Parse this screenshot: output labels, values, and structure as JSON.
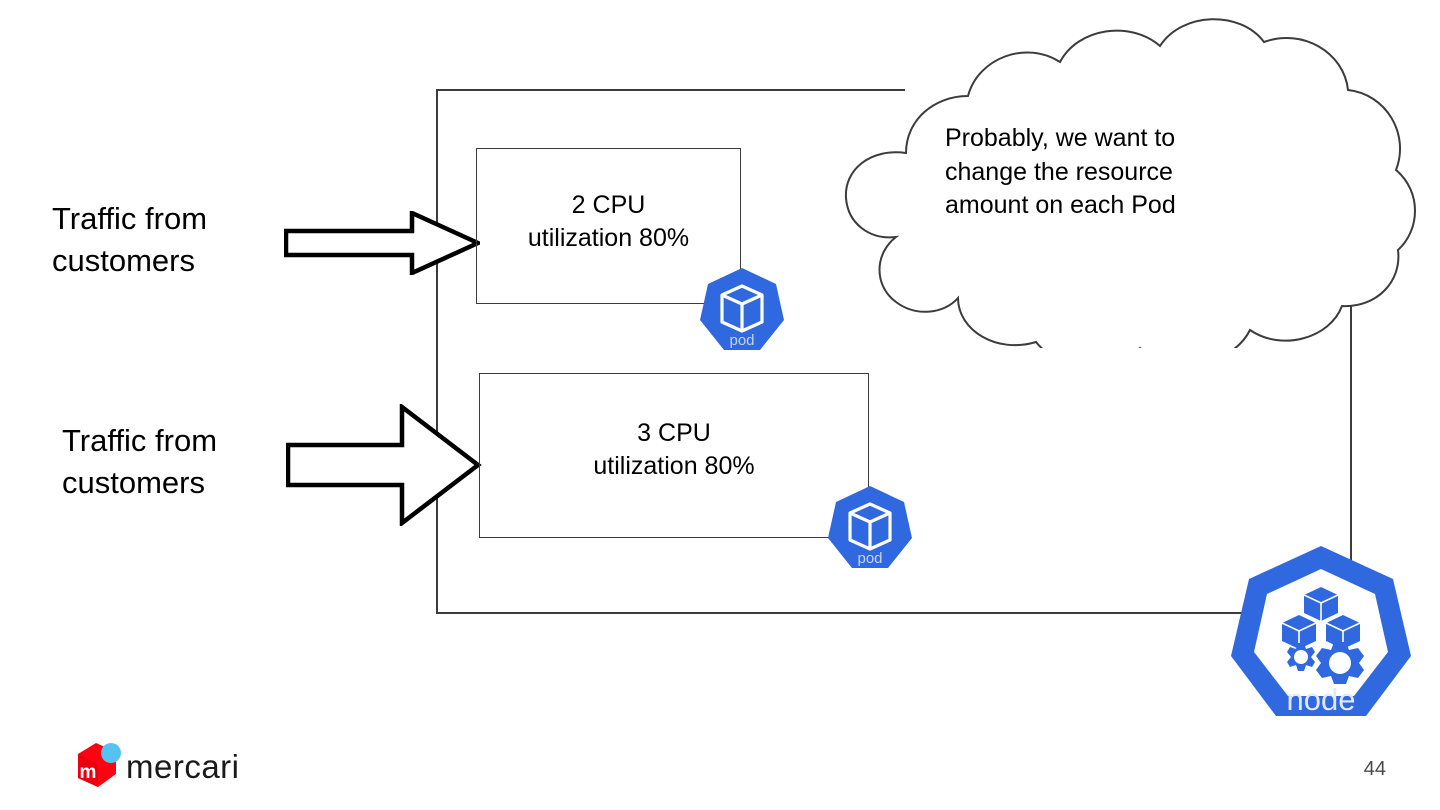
{
  "slide": {
    "page_number": "44",
    "background_color": "#ffffff"
  },
  "colors": {
    "k8s_blue": "#3068e0",
    "k8s_label_blue": "#c5d4f5",
    "outline": "#3c3c3c",
    "text": "#000000",
    "mercari_red": "#ff0211",
    "mercari_cyan": "#54c3f1",
    "mercari_wordmark": "#1a1a1a"
  },
  "traffic_sources": [
    {
      "label": "Traffic from\ncustomers",
      "arrow": "right-block-arrow"
    },
    {
      "label": "Traffic from\ncustomers",
      "arrow": "right-block-arrow"
    }
  ],
  "node": {
    "badge_label": "node",
    "icon": "kubernetes-node-icon",
    "pods": [
      {
        "text": "2 CPU\nutilization 80%",
        "cpu": "2 CPU",
        "utilization": "utilization 80%",
        "badge_label": "pod",
        "icon": "kubernetes-pod-icon"
      },
      {
        "text": "3 CPU\nutilization 80%",
        "cpu": "3 CPU",
        "utilization": "utilization 80%",
        "badge_label": "pod",
        "icon": "kubernetes-pod-icon"
      }
    ]
  },
  "cloud_callout": {
    "text": "Probably, we want to\nchange the resource\namount on each Pod",
    "shape": "cloud-callout"
  },
  "footer": {
    "brand": "mercari",
    "logo_icon": "mercari-box-logo",
    "page_number": "44"
  }
}
